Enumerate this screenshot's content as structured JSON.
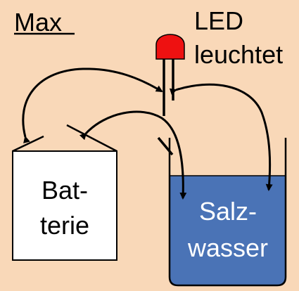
{
  "title": "Max",
  "led_label": {
    "line1": "LED",
    "line2": "leuchtet"
  },
  "battery_label": {
    "line1": "Bat-",
    "line2": "terie"
  },
  "salt_water_label": {
    "line1": "Salz-",
    "line2": "wasser"
  },
  "colors": {
    "background": "#f9d8b8",
    "led": "#ee1111",
    "water": "#4a73b6",
    "outline": "#000000"
  }
}
